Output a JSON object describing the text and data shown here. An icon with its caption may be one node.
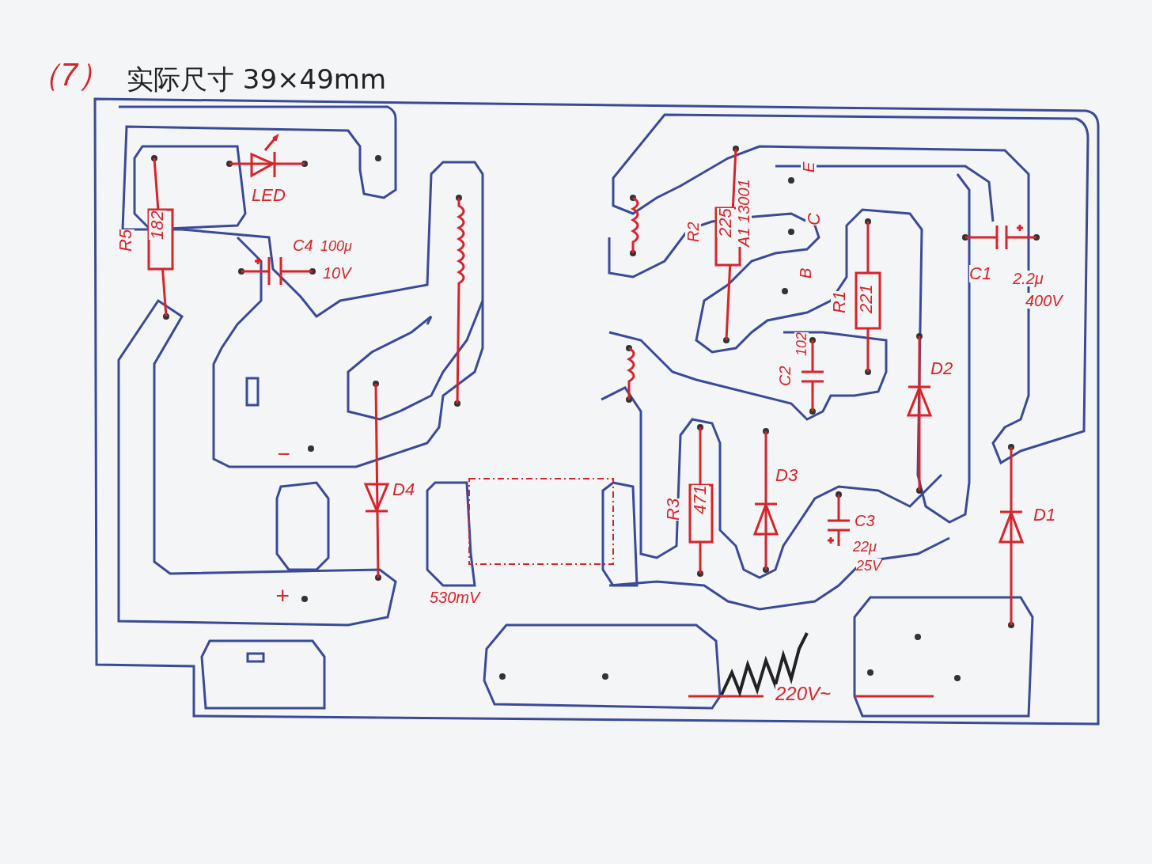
{
  "diagram": {
    "title": "实际尺寸 39×49mm",
    "labels": [
      "（7）",
      "LED",
      "C4",
      "100μ",
      "R5",
      "182",
      "10V",
      "E",
      "R2",
      "225",
      "A1 13001",
      "C",
      "B",
      "C1",
      "2.2μ",
      "400V",
      "R1",
      "221",
      "C2",
      "102",
      "D2",
      "−",
      "D3",
      "D4",
      "R3",
      "471",
      "D1",
      "C3",
      "22μ",
      "25V",
      "+",
      "530mV",
      "220V~"
    ]
  }
}
